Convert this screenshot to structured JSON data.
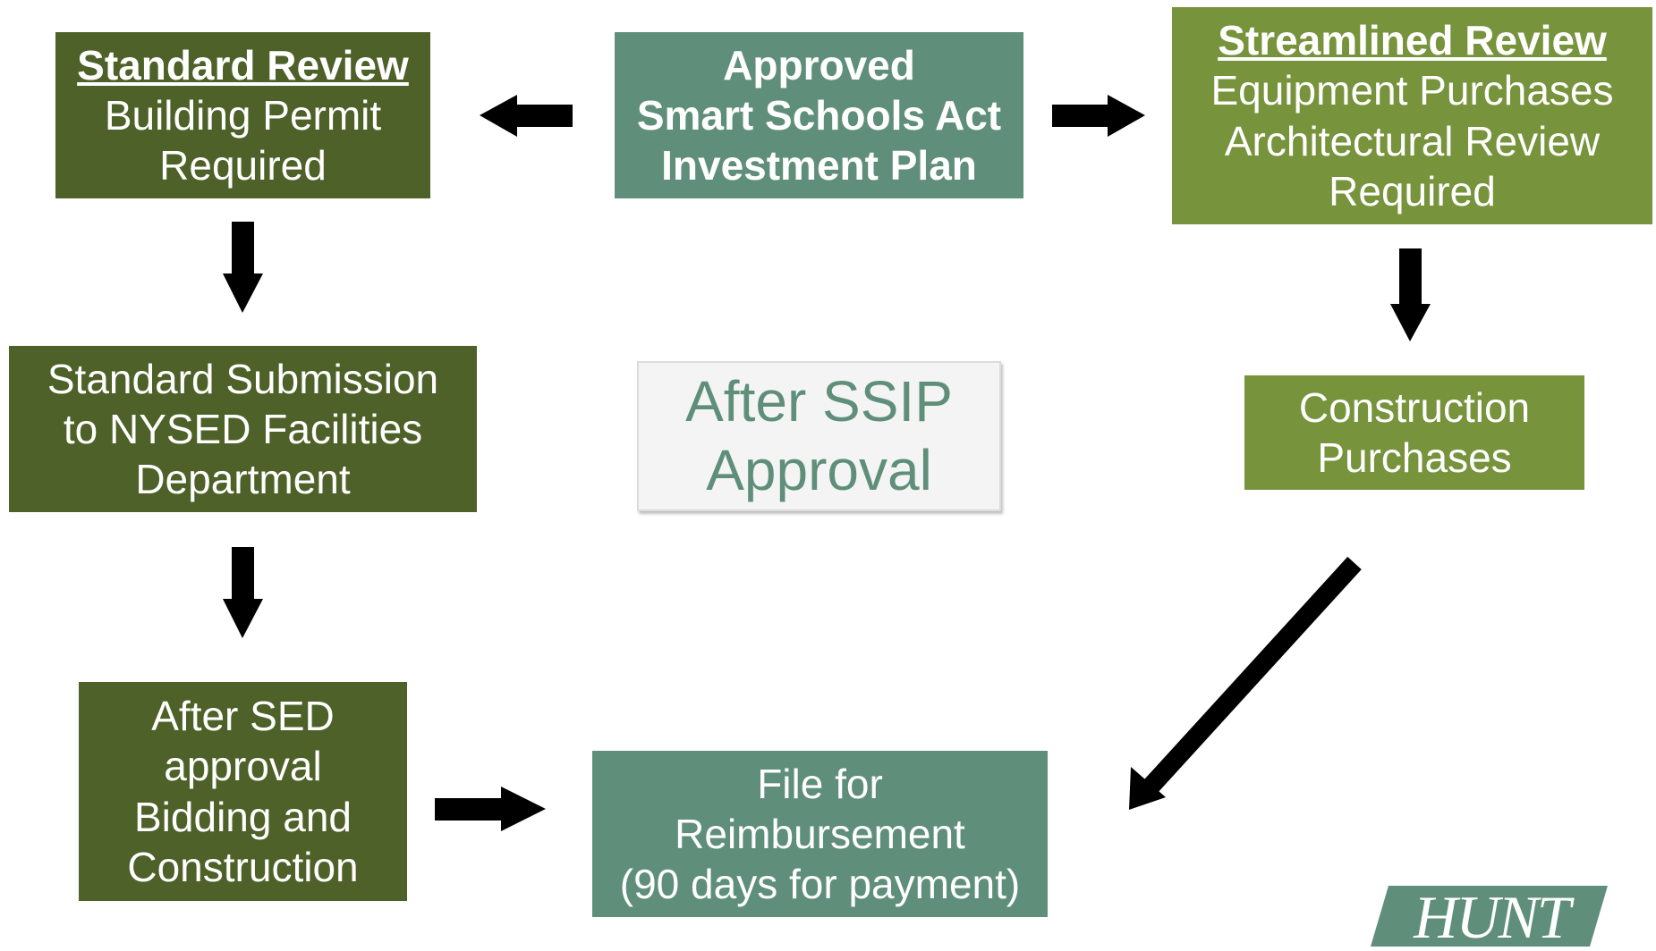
{
  "nodes": {
    "standard_review": {
      "heading": "Standard Review",
      "lines": [
        "Building Permit",
        "Required"
      ]
    },
    "ssip": {
      "lines": [
        "Approved",
        "Smart Schools Act",
        "Investment Plan"
      ]
    },
    "streamlined_review": {
      "heading": "Streamlined Review",
      "lines": [
        "Equipment Purchases",
        "Architectural Review",
        "Required"
      ]
    },
    "standard_submission": {
      "lines": [
        "Standard Submission",
        "to NYSED Facilities",
        "Department"
      ]
    },
    "construction_purchases": {
      "lines": [
        "Construction",
        "Purchases"
      ]
    },
    "bidding": {
      "lines": [
        "After SED",
        "approval",
        "Bidding and",
        "Construction"
      ]
    },
    "reimbursement": {
      "lines": [
        "File for",
        "Reimbursement",
        "(90 days for payment)"
      ]
    }
  },
  "label": {
    "lines": [
      "After SSIP",
      "Approval"
    ]
  },
  "logo": {
    "text": "HUNT"
  },
  "colors": {
    "dark_green": "#4e6128",
    "teal": "#5f8f7a",
    "light_green": "#77933c",
    "arrow": "#000000"
  }
}
